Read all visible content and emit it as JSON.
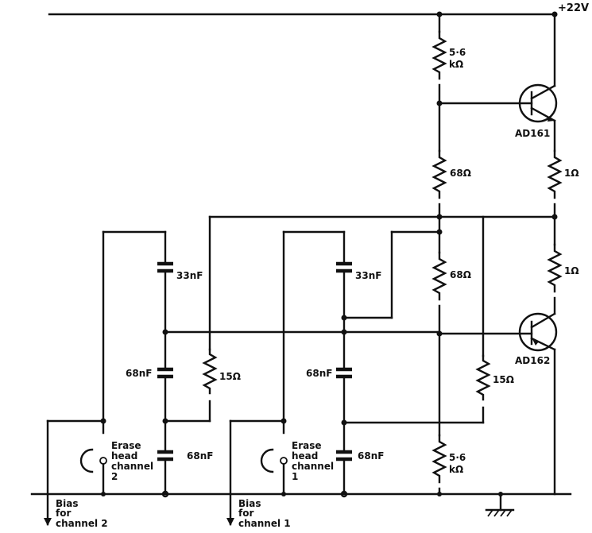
{
  "supply": {
    "label": "+22V"
  },
  "resistors": {
    "r_top": {
      "value": "5·6",
      "unit": "kΩ"
    },
    "r_68a": {
      "label": "68Ω"
    },
    "r_68b": {
      "label": "68Ω"
    },
    "r_bot": {
      "value": "5·6",
      "unit": "kΩ"
    },
    "r_1a": {
      "label": "1Ω"
    },
    "r_1b": {
      "label": "1Ω"
    },
    "r_15a": {
      "label": "15Ω"
    },
    "r_15b": {
      "label": "15Ω"
    }
  },
  "transistors": {
    "q1": {
      "label": "AD161"
    },
    "q2": {
      "label": "AD162"
    }
  },
  "capacitors": {
    "ch2_top": "33nF",
    "ch2_mid": "68nF",
    "ch2_bot": "68nF",
    "ch1_top": "33nF",
    "ch1_mid": "68nF",
    "ch1_bot": "68nF"
  },
  "erase_heads": {
    "ch2": {
      "line1": "Erase",
      "line2": "head",
      "line3": "channel",
      "line4": "2"
    },
    "ch1": {
      "line1": "Erase",
      "line2": "head",
      "line3": "channel",
      "line4": "1"
    }
  },
  "bias_outputs": {
    "ch2": {
      "line1": "Bias",
      "line2": "for",
      "line3": "channel 2"
    },
    "ch1": {
      "line1": "Bias",
      "line2": "for",
      "line3": "channel 1"
    }
  }
}
